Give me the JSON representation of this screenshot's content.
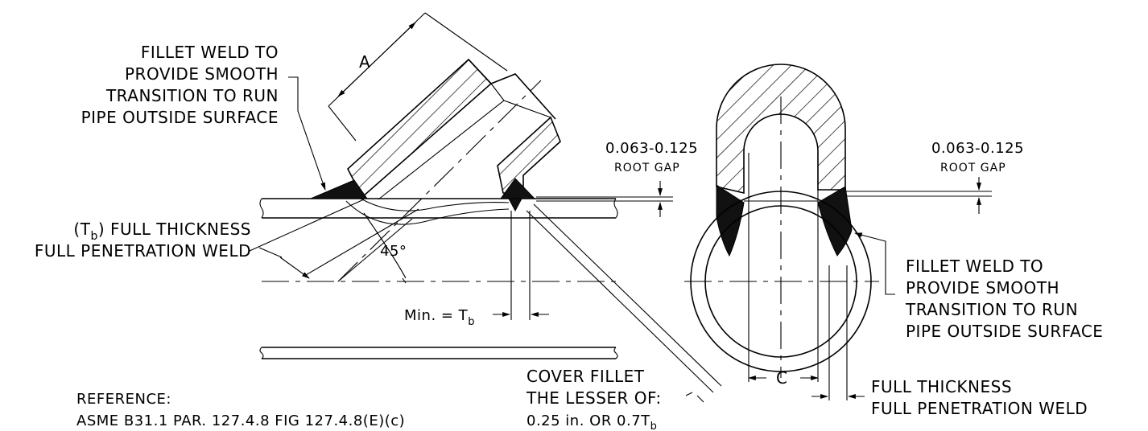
{
  "notes": {
    "fillet_left": [
      "FILLET WELD TO",
      "PROVIDE SMOOTH",
      "TRANSITION TO RUN",
      "PIPE OUTSIDE SURFACE"
    ],
    "fillet_right": [
      "FILLET WELD TO",
      "PROVIDE SMOOTH",
      "TRANSITION TO RUN",
      "PIPE OUTSIDE SURFACE"
    ],
    "full_pen_left": {
      "line1_open": "(T",
      "line1_sub": "b",
      "line1_close": ") FULL THICKNESS",
      "line2": "FULL PENETRATION WELD"
    },
    "full_pen_right": [
      "FULL THICKNESS",
      "FULL PENETRATION WELD"
    ],
    "root_gap_left": {
      "value": "0.063-0.125",
      "label": "ROOT GAP"
    },
    "root_gap_right": {
      "value": "0.063-0.125",
      "label": "ROOT GAP"
    },
    "cover_fillet": {
      "line1": "COVER FILLET",
      "line2": "THE LESSER OF:",
      "line3_main": "0.25 in. OR 0.7T",
      "line3_sub": "b"
    },
    "reference": {
      "line1": "REFERENCE:",
      "line2": "ASME B31.1 PAR. 127.4.8   FIG 127.4.8(E)(c)"
    }
  },
  "dimensions": {
    "a": "A",
    "c": "C",
    "angle": "45°",
    "min_main": "Min. = T",
    "min_sub": "b"
  }
}
